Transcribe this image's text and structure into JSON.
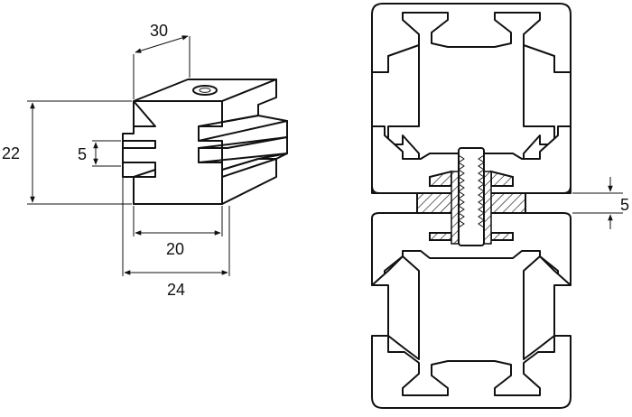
{
  "left_dimensions": {
    "depth": "30",
    "height": "22",
    "slot": "5",
    "inner_width": "20",
    "outer_width": "24"
  },
  "right_dimensions": {
    "gap": "5"
  }
}
